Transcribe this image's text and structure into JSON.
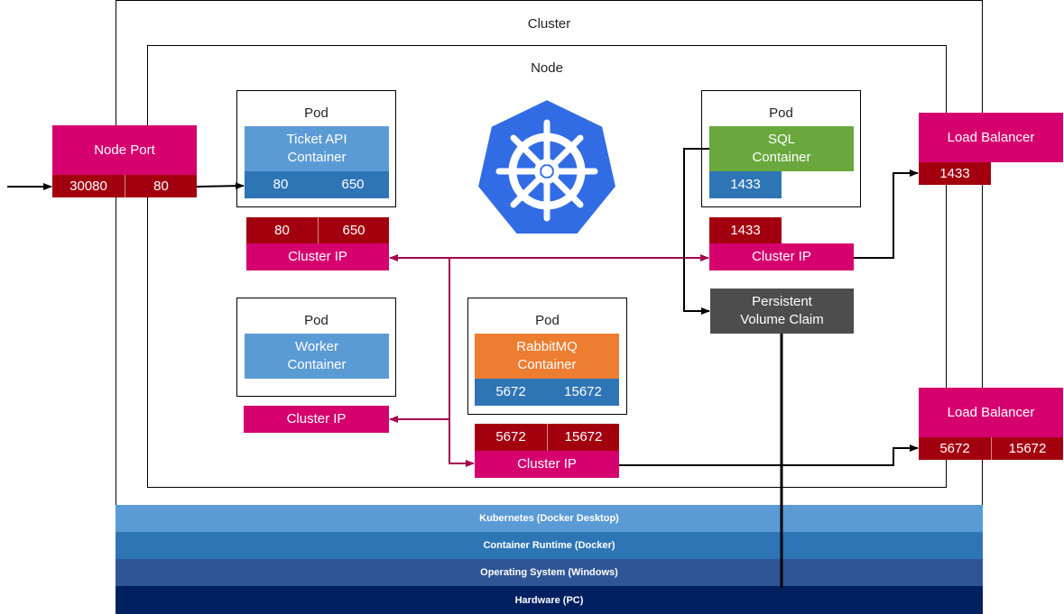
{
  "cluster": {
    "title": "Cluster"
  },
  "node": {
    "title": "Node"
  },
  "node_port": {
    "title": "Node Port",
    "ports": [
      "30080",
      "80"
    ]
  },
  "ticket_pod": {
    "title": "Pod",
    "container": "Ticket API\nContainer",
    "ports": [
      "80",
      "650"
    ],
    "cluster_ports": [
      "80",
      "650"
    ],
    "cluster_ip": "Cluster IP"
  },
  "worker_pod": {
    "title": "Pod",
    "container": "Worker\nContainer",
    "cluster_ip": "Cluster IP"
  },
  "rabbit_pod": {
    "title": "Pod",
    "container": "RabbitMQ\nContainer",
    "ports": [
      "5672",
      "15672"
    ],
    "cluster_ports": [
      "5672",
      "15672"
    ],
    "cluster_ip": "Cluster IP"
  },
  "sql_pod": {
    "title": "Pod",
    "container": "SQL\nContainer",
    "ports": [
      "1433"
    ],
    "cluster_ports": [
      "1433"
    ],
    "cluster_ip": "Cluster IP"
  },
  "pvc": {
    "label": "Persistent\nVolume Claim"
  },
  "lb_sql": {
    "title": "Load Balancer",
    "ports": [
      "1433"
    ]
  },
  "lb_rabbit": {
    "title": "Load Balancer",
    "ports": [
      "5672",
      "15672"
    ]
  },
  "layers": [
    "Kubernetes (Docker Desktop)",
    "Container Runtime (Docker)",
    "Operating System (Windows)",
    "Hardware (PC)"
  ],
  "colors": {
    "magenta": "#d5006e",
    "dark_red": "#a3000f",
    "light_blue": "#5b9bd5",
    "mid_blue": "#2e75b6",
    "sql_green": "#6aa83e",
    "rabbit_orange": "#ed7d31",
    "pvc_gray": "#4d4d4d",
    "k8s_blue": "#326ce5",
    "layer_1": "#5b9bd5",
    "layer_2": "#2e75b6",
    "layer_3": "#2f5597",
    "layer_4": "#002060"
  },
  "icons": {
    "logo": "kubernetes-helm-logo"
  }
}
